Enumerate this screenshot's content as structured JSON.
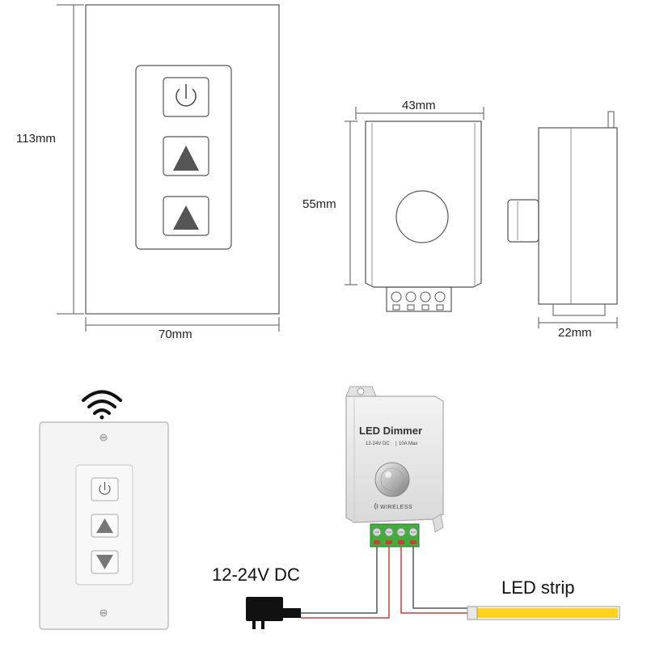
{
  "dimensions": {
    "height_front": "113mm",
    "width_front": "70mm",
    "width_module": "43mm",
    "height_module": "55mm",
    "depth_module": "22mm"
  },
  "dimmer": {
    "title": "LED Dimmer",
    "spec_voltage": "12-24V DC",
    "spec_current": "10A Max",
    "wireless_label": "WIRELESS"
  },
  "wiring": {
    "power_label": "12-24V DC",
    "strip_label": "LED strip"
  },
  "colors": {
    "accent_yellow": "#ffd21e",
    "terminal_green": "#3fae3a",
    "wire_red": "#d63a3a",
    "wire_gray": "#555555"
  }
}
